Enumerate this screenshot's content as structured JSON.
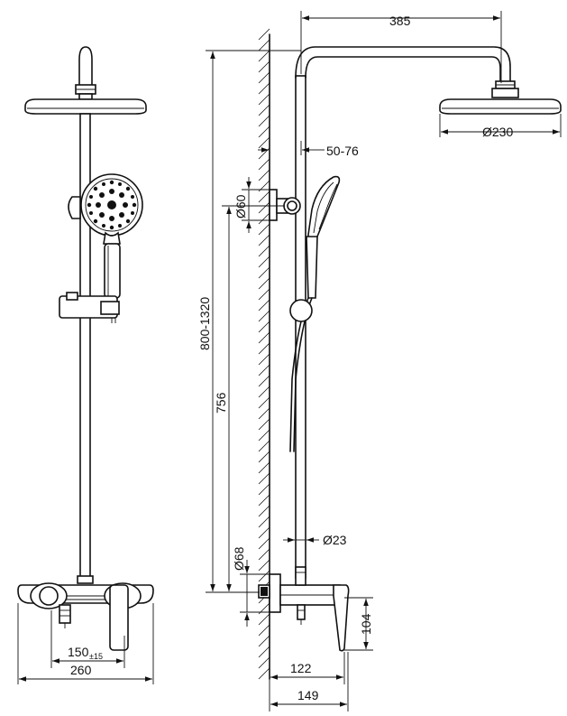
{
  "dimensions": {
    "arm_length": "385",
    "head_diameter": "Ø230",
    "wall_offset": "50-76",
    "bracket_diameter": "Ø60",
    "height_range": "800-1320",
    "bar_height": "756",
    "pipe_diameter": "Ø23",
    "escutcheon_diameter": "Ø68",
    "mixer_height": "104",
    "mixer_depth": "122",
    "total_depth": "149",
    "inlet_spacing": "150",
    "inlet_tolerance": "±15",
    "mixer_width": "260"
  }
}
